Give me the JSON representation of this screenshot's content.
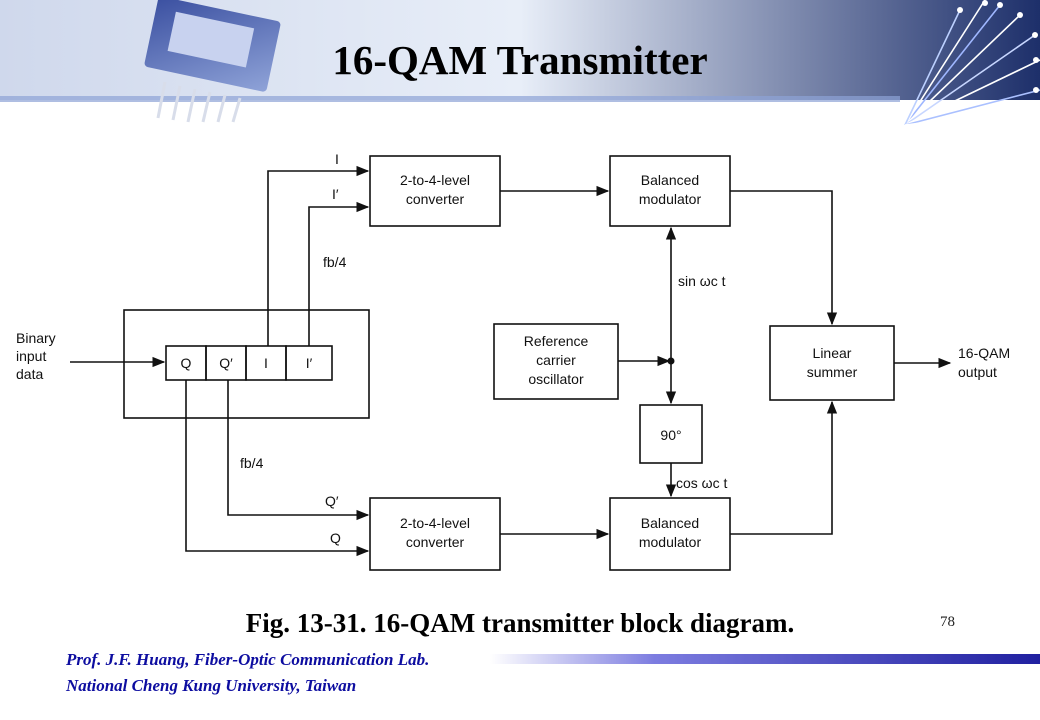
{
  "slide": {
    "title": "16-QAM Transmitter",
    "caption": "Fig. 13-31. 16-QAM transmitter block diagram.",
    "page_number": "78",
    "footer_line1": "Prof. J.F. Huang, Fiber-Optic Communication Lab.",
    "footer_line2": "National Cheng Kung University, Taiwan"
  },
  "diagram": {
    "input_label": [
      "Binary",
      "input",
      "data"
    ],
    "register_cells": [
      "Q",
      "Q′",
      "I",
      "I′"
    ],
    "converter_top": [
      "2-to-4-level",
      "converter"
    ],
    "converter_bottom": [
      "2-to-4-level",
      "converter"
    ],
    "modulator_top": [
      "Balanced",
      "modulator"
    ],
    "modulator_bottom": [
      "Balanced",
      "modulator"
    ],
    "oscillator": [
      "Reference",
      "carrier",
      "oscillator"
    ],
    "phase_shift": "90°",
    "summer": [
      "Linear",
      "summer"
    ],
    "output_label": [
      "16-QAM",
      "output"
    ],
    "signal_I": "I",
    "signal_I_prime": "I′",
    "signal_Q_prime": "Q′",
    "signal_Q": "Q",
    "rate_top": "fb/4",
    "rate_bottom": "fb/4",
    "sin_label": "sin ωc t",
    "cos_label": "cos ωc t"
  }
}
